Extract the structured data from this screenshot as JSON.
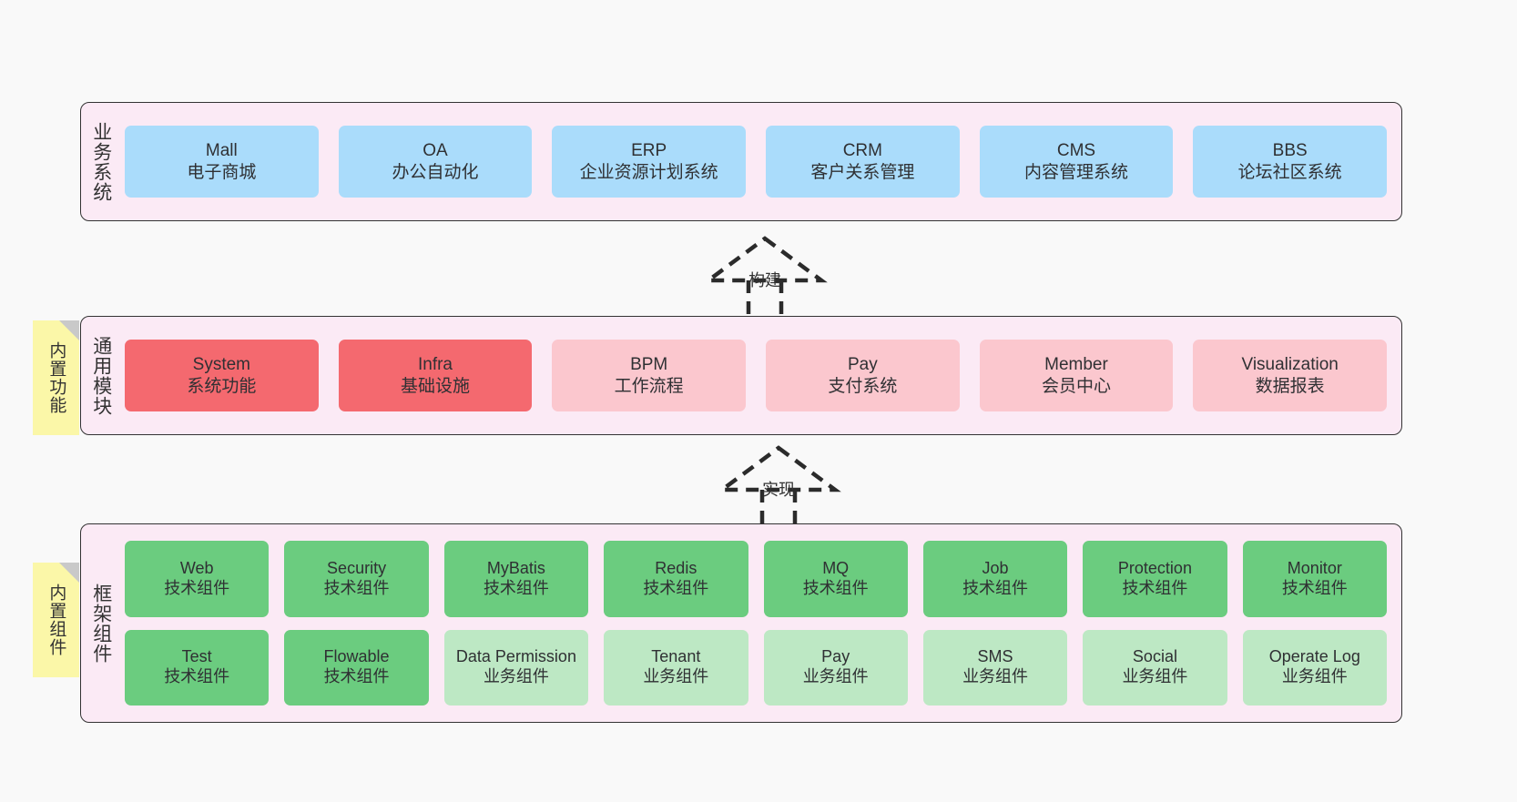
{
  "layers": [
    {
      "key": "business",
      "title": "业务系统",
      "cards": [
        {
          "en": "Mall",
          "cn": "电子商城",
          "style": "c-blue"
        },
        {
          "en": "OA",
          "cn": "办公自动化",
          "style": "c-blue"
        },
        {
          "en": "ERP",
          "cn": "企业资源计划系统",
          "style": "c-blue"
        },
        {
          "en": "CRM",
          "cn": "客户关系管理",
          "style": "c-blue"
        },
        {
          "en": "CMS",
          "cn": "内容管理系统",
          "style": "c-blue"
        },
        {
          "en": "BBS",
          "cn": "论坛社区系统",
          "style": "c-blue"
        }
      ]
    },
    {
      "key": "modules",
      "title": "通用模块",
      "cards": [
        {
          "en": "System",
          "cn": "系统功能",
          "style": "c-red"
        },
        {
          "en": "Infra",
          "cn": "基础设施",
          "style": "c-red"
        },
        {
          "en": "BPM",
          "cn": "工作流程",
          "style": "c-pink"
        },
        {
          "en": "Pay",
          "cn": "支付系统",
          "style": "c-pink"
        },
        {
          "en": "Member",
          "cn": "会员中心",
          "style": "c-pink"
        },
        {
          "en": "Visualization",
          "cn": "数据报表",
          "style": "c-pink"
        }
      ]
    },
    {
      "key": "framework",
      "title": "框架组件",
      "cards": [
        {
          "en": "Web",
          "cn": "技术组件",
          "style": "c-green"
        },
        {
          "en": "Security",
          "cn": "技术组件",
          "style": "c-green"
        },
        {
          "en": "MyBatis",
          "cn": "技术组件",
          "style": "c-green"
        },
        {
          "en": "Redis",
          "cn": "技术组件",
          "style": "c-green"
        },
        {
          "en": "MQ",
          "cn": "技术组件",
          "style": "c-green"
        },
        {
          "en": "Job",
          "cn": "技术组件",
          "style": "c-green"
        },
        {
          "en": "Protection",
          "cn": "技术组件",
          "style": "c-green"
        },
        {
          "en": "Monitor",
          "cn": "技术组件",
          "style": "c-green"
        },
        {
          "en": "Test",
          "cn": "技术组件",
          "style": "c-green"
        },
        {
          "en": "Flowable",
          "cn": "技术组件",
          "style": "c-green"
        },
        {
          "en": "Data Permission",
          "cn": "业务组件",
          "style": "c-greenlight"
        },
        {
          "en": "Tenant",
          "cn": "业务组件",
          "style": "c-greenlight"
        },
        {
          "en": "Pay",
          "cn": "业务组件",
          "style": "c-greenlight"
        },
        {
          "en": "SMS",
          "cn": "业务组件",
          "style": "c-greenlight"
        },
        {
          "en": "Social",
          "cn": "业务组件",
          "style": "c-greenlight"
        },
        {
          "en": "Operate Log",
          "cn": "业务组件",
          "style": "c-greenlight"
        }
      ]
    }
  ],
  "notes": [
    {
      "key": "features",
      "label": "内置功能"
    },
    {
      "key": "components",
      "label": "内置组件"
    }
  ],
  "arrows": [
    {
      "key": "build",
      "label": "构建"
    },
    {
      "key": "implement",
      "label": "实现"
    }
  ],
  "colors": {
    "background": "#f9f9f9",
    "layer_fill": "#fbeaf5",
    "layer_border": "#333333",
    "blue_card": "#aadcfb",
    "red_card": "#f4696f",
    "pink_card": "#fbc7ce",
    "green_card": "#6bcc7f",
    "green_light_card": "#bde8c4",
    "note_fill": "#fbf7a8",
    "note_fold": "#c9c9c9",
    "text": "#333333"
  }
}
